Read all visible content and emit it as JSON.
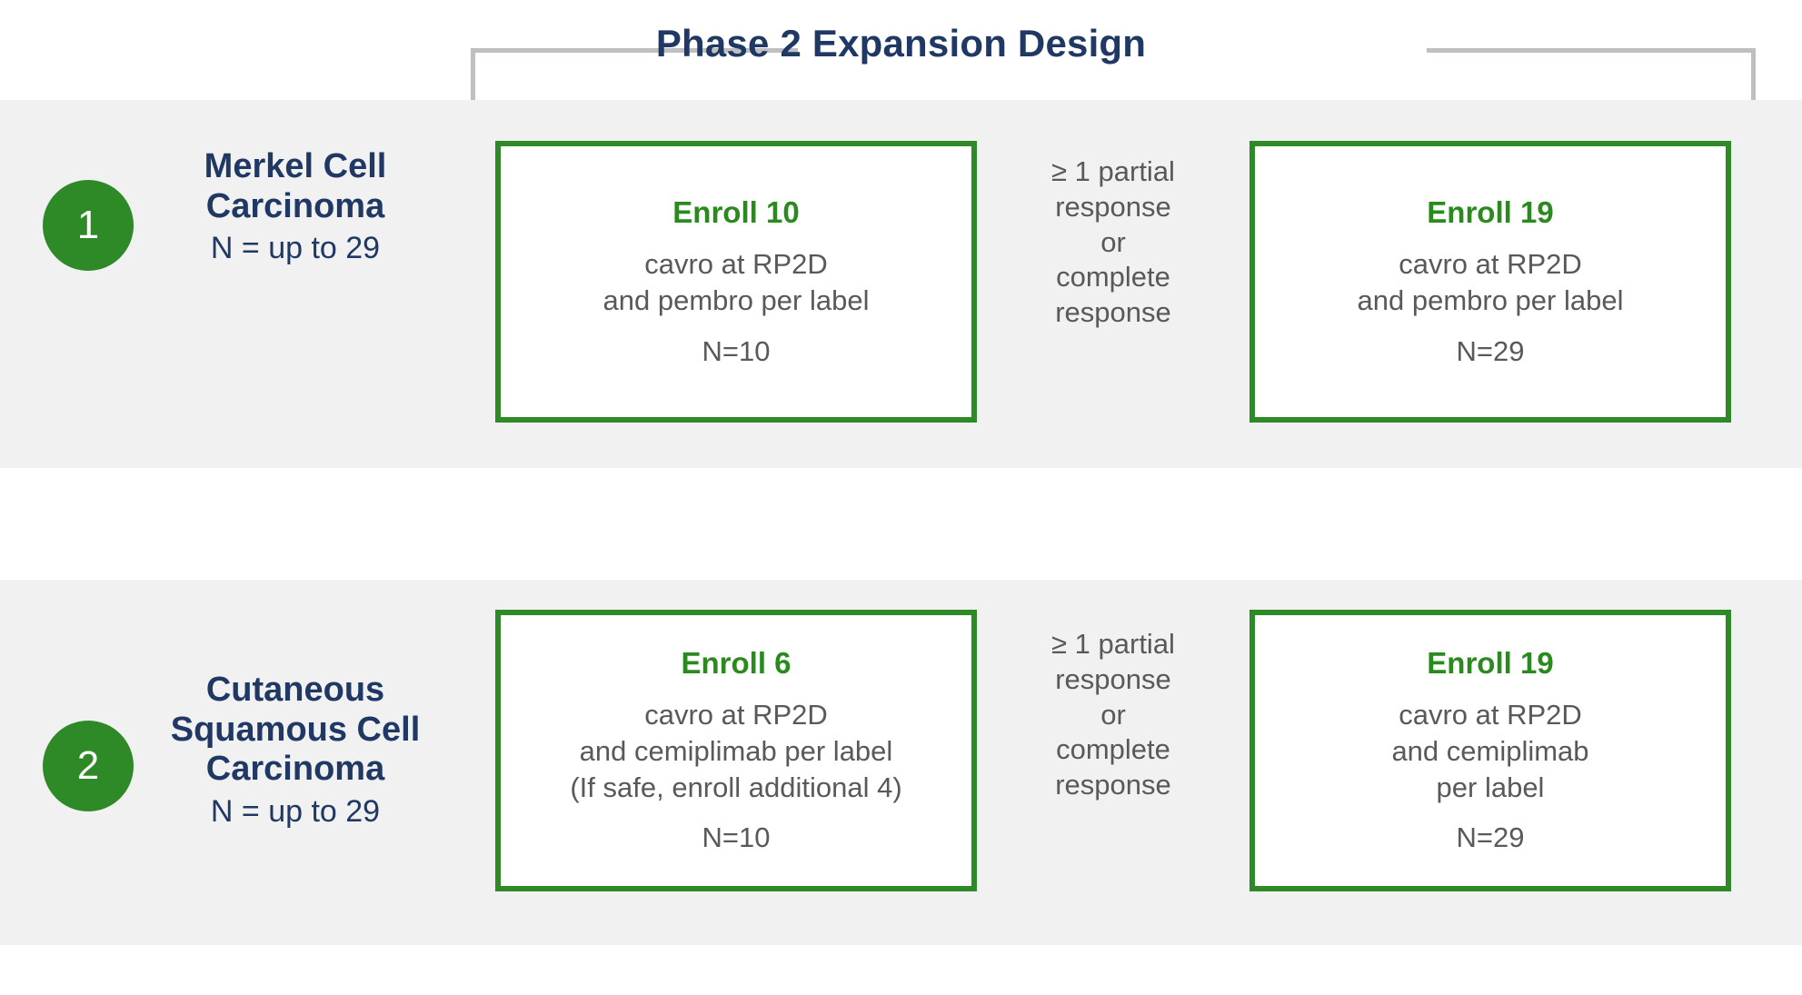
{
  "header": {
    "title": "Phase 2 Expansion Design"
  },
  "cohorts": [
    {
      "number": "1",
      "name": "Merkel Cell Carcinoma",
      "n_label": "N = up to 29",
      "stage1": {
        "title": "Enroll 10",
        "line1": "cavro at RP2D",
        "line2": "and pembro per label",
        "line3": "",
        "n": "N=10"
      },
      "criteria": {
        "line1": "≥ 1 partial",
        "line2": "response",
        "line3": "or",
        "line4": "complete",
        "line5": "response"
      },
      "stage2": {
        "title": "Enroll 19",
        "line1": "cavro at RP2D",
        "line2": "and pembro per label",
        "line3": "",
        "n": "N=29"
      }
    },
    {
      "number": "2",
      "name": "Cutaneous Squamous Cell Carcinoma",
      "n_label": "N = up to 29",
      "stage1": {
        "title": "Enroll 6",
        "line1": "cavro at RP2D",
        "line2": "and cemiplimab per label",
        "line3": "(If safe, enroll additional 4)",
        "n": "N=10"
      },
      "criteria": {
        "line1": "≥ 1 partial",
        "line2": "response",
        "line3": "or",
        "line4": "complete",
        "line5": "response"
      },
      "stage2": {
        "title": "Enroll 19",
        "line1": "cavro at RP2D",
        "line2": "and cemiplimab",
        "line3": "per label",
        "n": "N=29"
      }
    }
  ],
  "colors": {
    "navy": "#1f3864",
    "green": "#2d8a26",
    "green_text": "#2a8a1e",
    "gray_text": "#595959",
    "band": "#f1f1f1",
    "bracket": "#bfbfbf",
    "white": "#ffffff"
  }
}
